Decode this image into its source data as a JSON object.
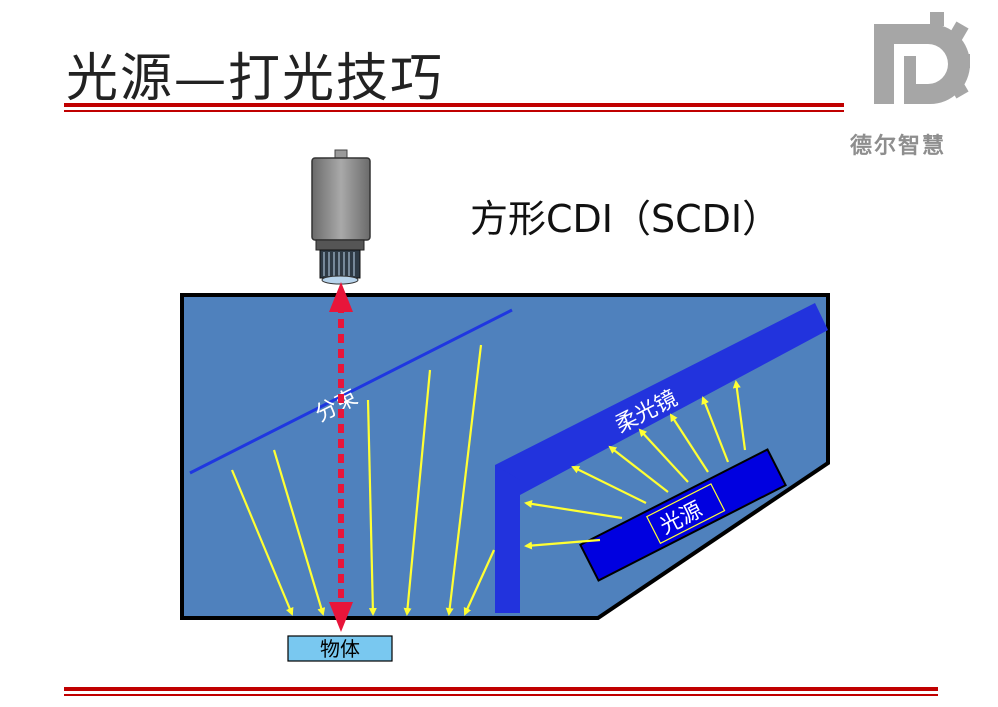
{
  "page_title": "光源—打光技巧",
  "subtitle": "方形CDI（SCDI）",
  "brand": {
    "name": "德尔智慧"
  },
  "diagram": {
    "beam_splitter_label": "分束",
    "diffuser_label": "柔光镜",
    "light_source_label": "光源",
    "object_label": "物体"
  },
  "colors": {
    "accent_red": "#c00000",
    "dome_fill": "#4f81bd",
    "diffuser_blue": "#2233dd",
    "light_rays": "#ffff33",
    "optical_axis": "#e8153a",
    "object_fill": "#79c8f0"
  }
}
